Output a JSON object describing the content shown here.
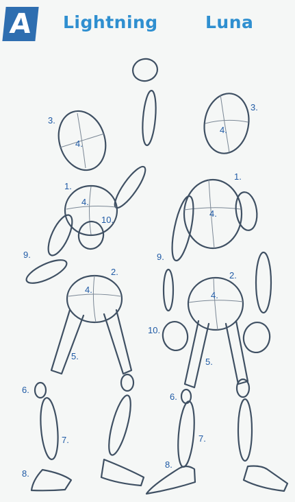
{
  "badge": "A",
  "titles": {
    "left": "Lightning",
    "right": "Luna"
  },
  "labels": {
    "lightning": [
      "3.",
      "4.",
      "1.",
      "4.",
      "10.",
      "9.",
      "2.",
      "4.",
      "5.",
      "6.",
      "7.",
      "8."
    ],
    "luna": [
      "3.",
      "4.",
      "1.",
      "4.",
      "9.",
      "2.",
      "4.",
      "10.",
      "5.",
      "6.",
      "7.",
      "8."
    ]
  },
  "colors": {
    "badge_bg": "#2e6eb0",
    "title": "#2f8fd0",
    "label": "#1f5aa5",
    "sketch": "#3f5063"
  }
}
